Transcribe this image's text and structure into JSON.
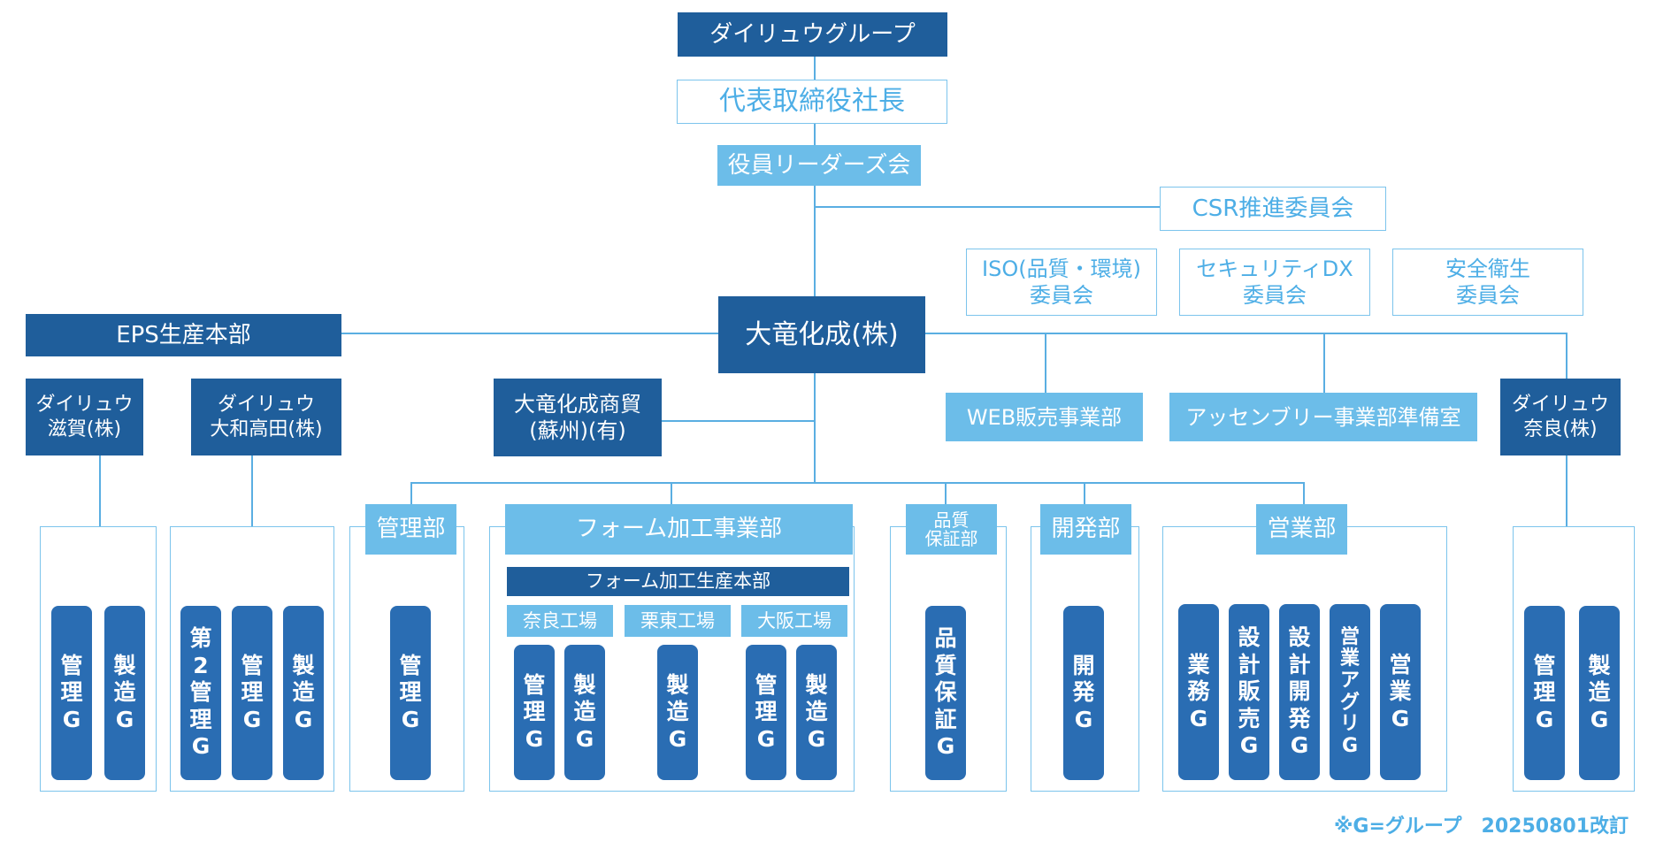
{
  "org": {
    "group": "ダイリュウグループ",
    "president": "代表取締役社長",
    "leaders": "役員リーダーズ会",
    "csr": "CSR推進委員会",
    "iso": "ISO(品質・環境)\n委員会",
    "security": "セキュリティDX\n委員会",
    "safety": "安全衛生\n委員会",
    "main_company": "大竜化成(株)",
    "eps": "EPS生産本部",
    "shiga": "ダイリュウ\n滋賀(株)",
    "yamato": "ダイリュウ\n大和高田(株)",
    "suzhou": "大竜化成商貿\n(蘇州)(有)",
    "web": "WEB販売事業部",
    "assembly": "アッセンブリー事業部準備室",
    "nara_co": "ダイリュウ\n奈良(株)",
    "admin_dept": "管理部",
    "foam_dept": "フォーム加工事業部",
    "foam_prod": "フォーム加工生産本部",
    "nara_factory": "奈良工場",
    "ritto_factory": "栗東工場",
    "osaka_factory": "大阪工場",
    "qa_dept": "品質\n保証部",
    "dev_dept": "開発部",
    "sales_dept": "営業部"
  },
  "groups": {
    "shiga_admin": "管理G",
    "shiga_mfg": "製造G",
    "yamato_admin2": "第2管理G",
    "yamato_admin": "管理G",
    "yamato_mfg": "製造G",
    "admin_g": "管理G",
    "nara_admin": "管理G",
    "nara_mfg": "製造G",
    "ritto_mfg": "製造G",
    "osaka_admin": "管理G",
    "osaka_mfg": "製造G",
    "qa_g": "品質保証G",
    "dev_g": "開発G",
    "business_g": "業務G",
    "design_sales_g": "設計販売G",
    "design_dev_g": "設計開発G",
    "sales_agri_g": "営業アグリG",
    "sales_g": "営業G",
    "naraco_admin": "管理G",
    "naraco_mfg": "製造G"
  },
  "footer": {
    "note": "※G=グループ　20250801改訂"
  }
}
